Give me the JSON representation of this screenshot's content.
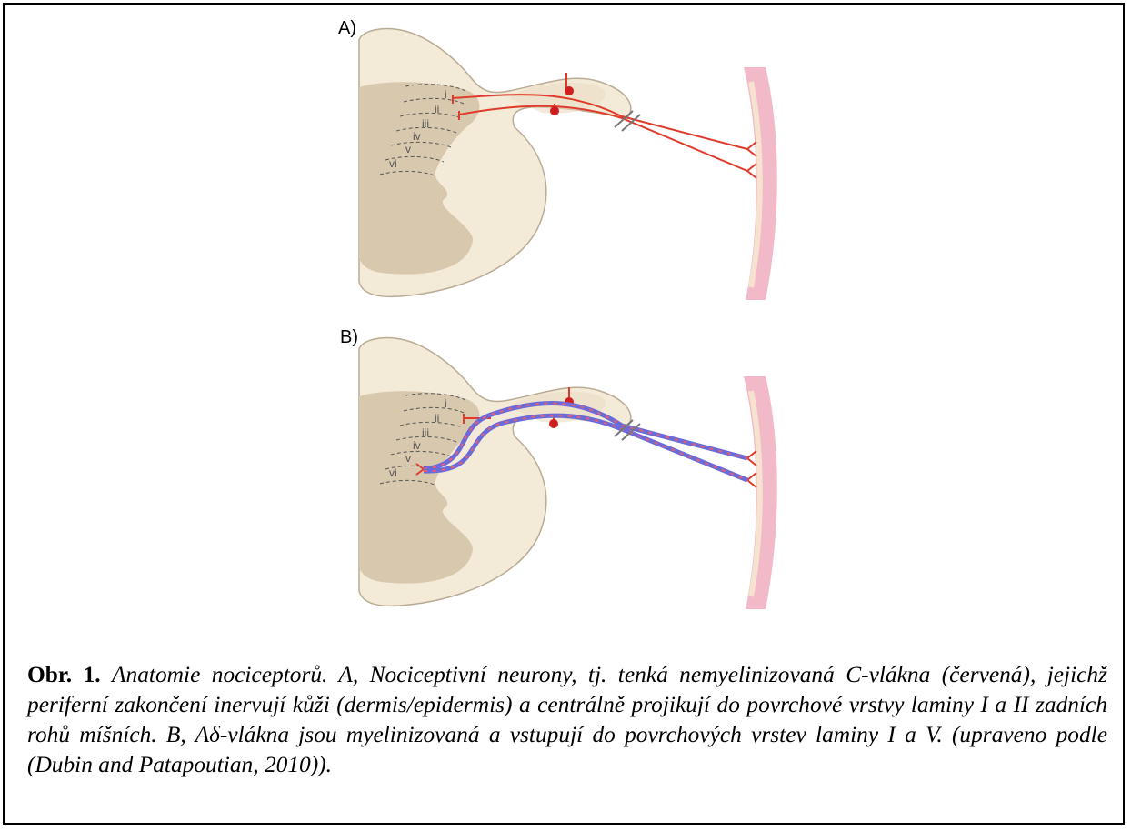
{
  "figure": {
    "panel_a_label": "A)",
    "panel_b_label": "B)",
    "laminae": [
      "i",
      "ii",
      "iii",
      "iv",
      "v",
      "vi"
    ],
    "colors": {
      "c_fiber": "#e03a2a",
      "a_delta_fiber": "#6a6ad8",
      "cord_white": "#f3ead8",
      "cord_gray": "#d8c8ae",
      "skin": "#f2b9c9"
    }
  },
  "caption": {
    "label": "Obr. 1.",
    "text": "Anatomie nociceptorů. A, Nociceptivní neurony, tj. tenká nemyelinizovaná C-vlákna (červená), jejichž periferní zakončení inervují kůži (dermis/epidermis) a centrálně projikují do povrchové vrstvy laminy I a II zadních rohů míšních. B, Aδ-vlákna jsou myelinizovaná a vstupují do povrchových vrstev laminy I a V. (upraveno podle (Dubin and Patapoutian, 2010))."
  }
}
